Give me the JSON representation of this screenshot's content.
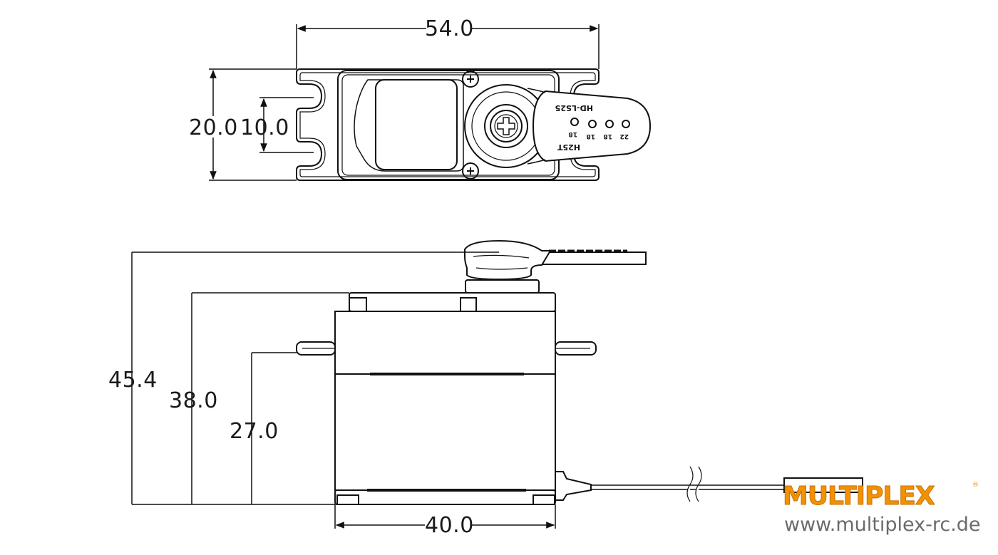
{
  "dimensions": {
    "top_width": "54.0",
    "top_height": "20.0",
    "top_hole_spacing": "10.0",
    "side_total_height": "45.4",
    "side_case_height": "38.0",
    "side_flange_height": "27.0",
    "side_width": "40.0"
  },
  "horn": {
    "model_top": "HD-LS25",
    "model_bottom": "H25T",
    "hole_labels": [
      "18",
      "18",
      "18",
      "22"
    ]
  },
  "brand": {
    "logo_text": "MULTIPLEX",
    "registered_mark": "®",
    "url": "www.multiplex-rc.de",
    "logo_color": "#f39200",
    "url_color": "#6b6b6b"
  }
}
